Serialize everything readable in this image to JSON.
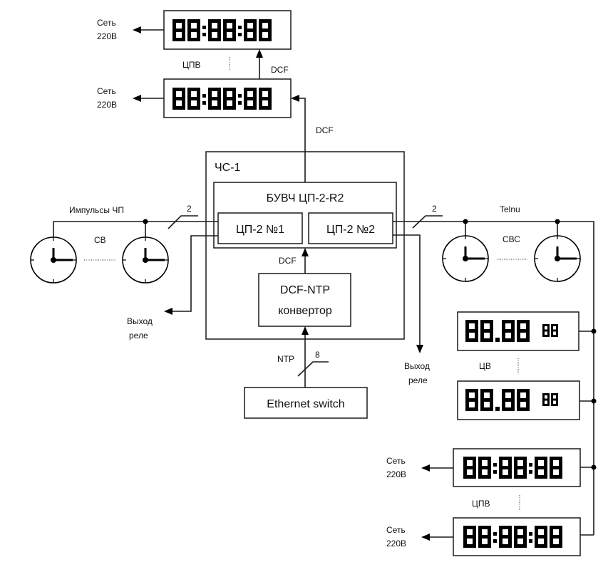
{
  "diagram": {
    "title": "Time synchronization system diagram",
    "colors": {
      "stroke": "#1a1a1a",
      "background": "#ffffff"
    },
    "main_unit": {
      "label": "ЧС-1",
      "inner_block": {
        "label": "БУВЧ ЦП-2-R2",
        "modules": [
          {
            "label": "ЦП-2 №1"
          },
          {
            "label": "ЦП-2 №2"
          }
        ]
      },
      "converter": {
        "line1": "DCF-NTP",
        "line2": "конвертор"
      },
      "converter_output_label": "DCF"
    },
    "ethernet_switch": {
      "label": "Ethernet switch",
      "link_label": "NTP",
      "wire_count": "8"
    },
    "top_group": {
      "group_label": "ЦПВ",
      "link_label_top": "DCF",
      "link_label_feed": "DCF",
      "displays": [
        {
          "text": "88:88:88",
          "power_line1": "Сеть",
          "power_line2": "220В"
        },
        {
          "text": "88:88:88",
          "power_line1": "Сеть",
          "power_line2": "220В"
        }
      ]
    },
    "left_group": {
      "line_label": "Импульсы ЧП",
      "wire_count": "2",
      "group_label": "СВ",
      "clocks": 2,
      "relay_label_line1": "Выход",
      "relay_label_line2": "реле"
    },
    "right_group": {
      "line_label": "Telnu",
      "wire_count": "2",
      "group_label": "СВС",
      "clocks": 2,
      "relay_label_line1": "Выход",
      "relay_label_line2": "реле"
    },
    "cv_group": {
      "group_label": "ЦВ",
      "displays": [
        {
          "text": "88.88",
          "small": "88"
        },
        {
          "text": "88.88",
          "small": "88"
        }
      ]
    },
    "bottom_group": {
      "group_label": "ЦПВ",
      "displays": [
        {
          "text": "88:88:88",
          "power_line1": "Сеть",
          "power_line2": "220В"
        },
        {
          "text": "88:88:88",
          "power_line1": "Сеть",
          "power_line2": "220В"
        }
      ]
    }
  }
}
